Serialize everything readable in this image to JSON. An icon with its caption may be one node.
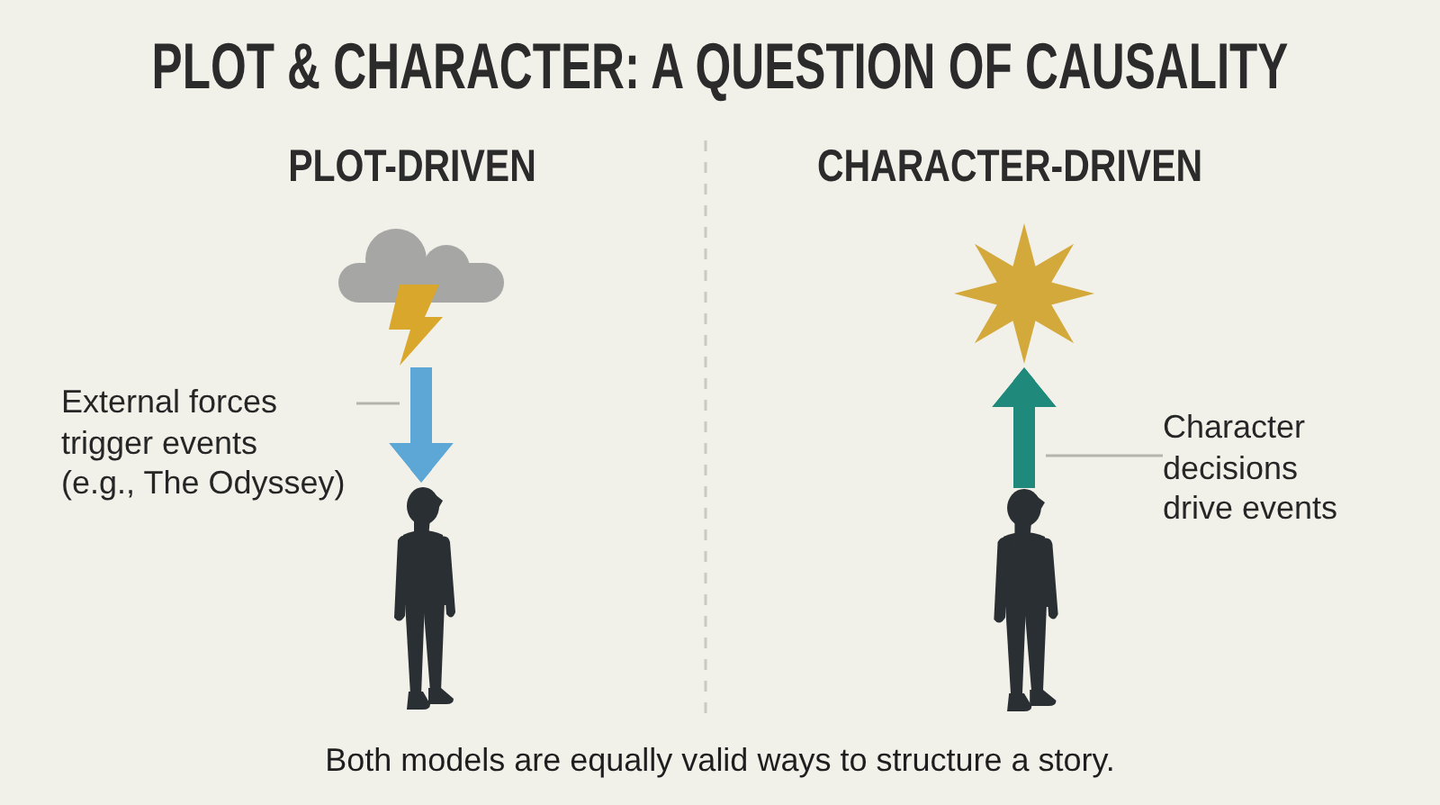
{
  "diagram": {
    "title": "PLOT & CHARACTER: A QUESTION OF CAUSALITY",
    "caption": "Both models are equally valid ways to structure a story.",
    "nodes": [
      {
        "text": [],
        "shape": "cloud"
      },
      {
        "text": [
          "External forces trigger events (e.g., The Odyssey)"
        ]
      },
      {
        "text": [],
        "shape": "person"
      },
      {
        "text": [],
        "shape": "star"
      },
      {
        "text": [
          "Character decisions drive events"
        ]
      },
      {
        "text": [],
        "shape": "person"
      }
    ],
    "edges": [
      {
        "from": 0,
        "to": 2,
        "arrow": "to",
        "style": "thick",
        "color": "#5da7d6"
      },
      {
        "from": 1,
        "to": null,
        "arrow": "none"
      },
      {
        "from": 5,
        "to": 3,
        "arrow": "to",
        "style": "thick",
        "color": "#1f8a7b"
      },
      {
        "from": 4,
        "to": null,
        "arrow": "none"
      }
    ],
    "labels": [
      "PLOT-DRIVEN",
      "CHARACTER-DRIVEN"
    ]
  }
}
